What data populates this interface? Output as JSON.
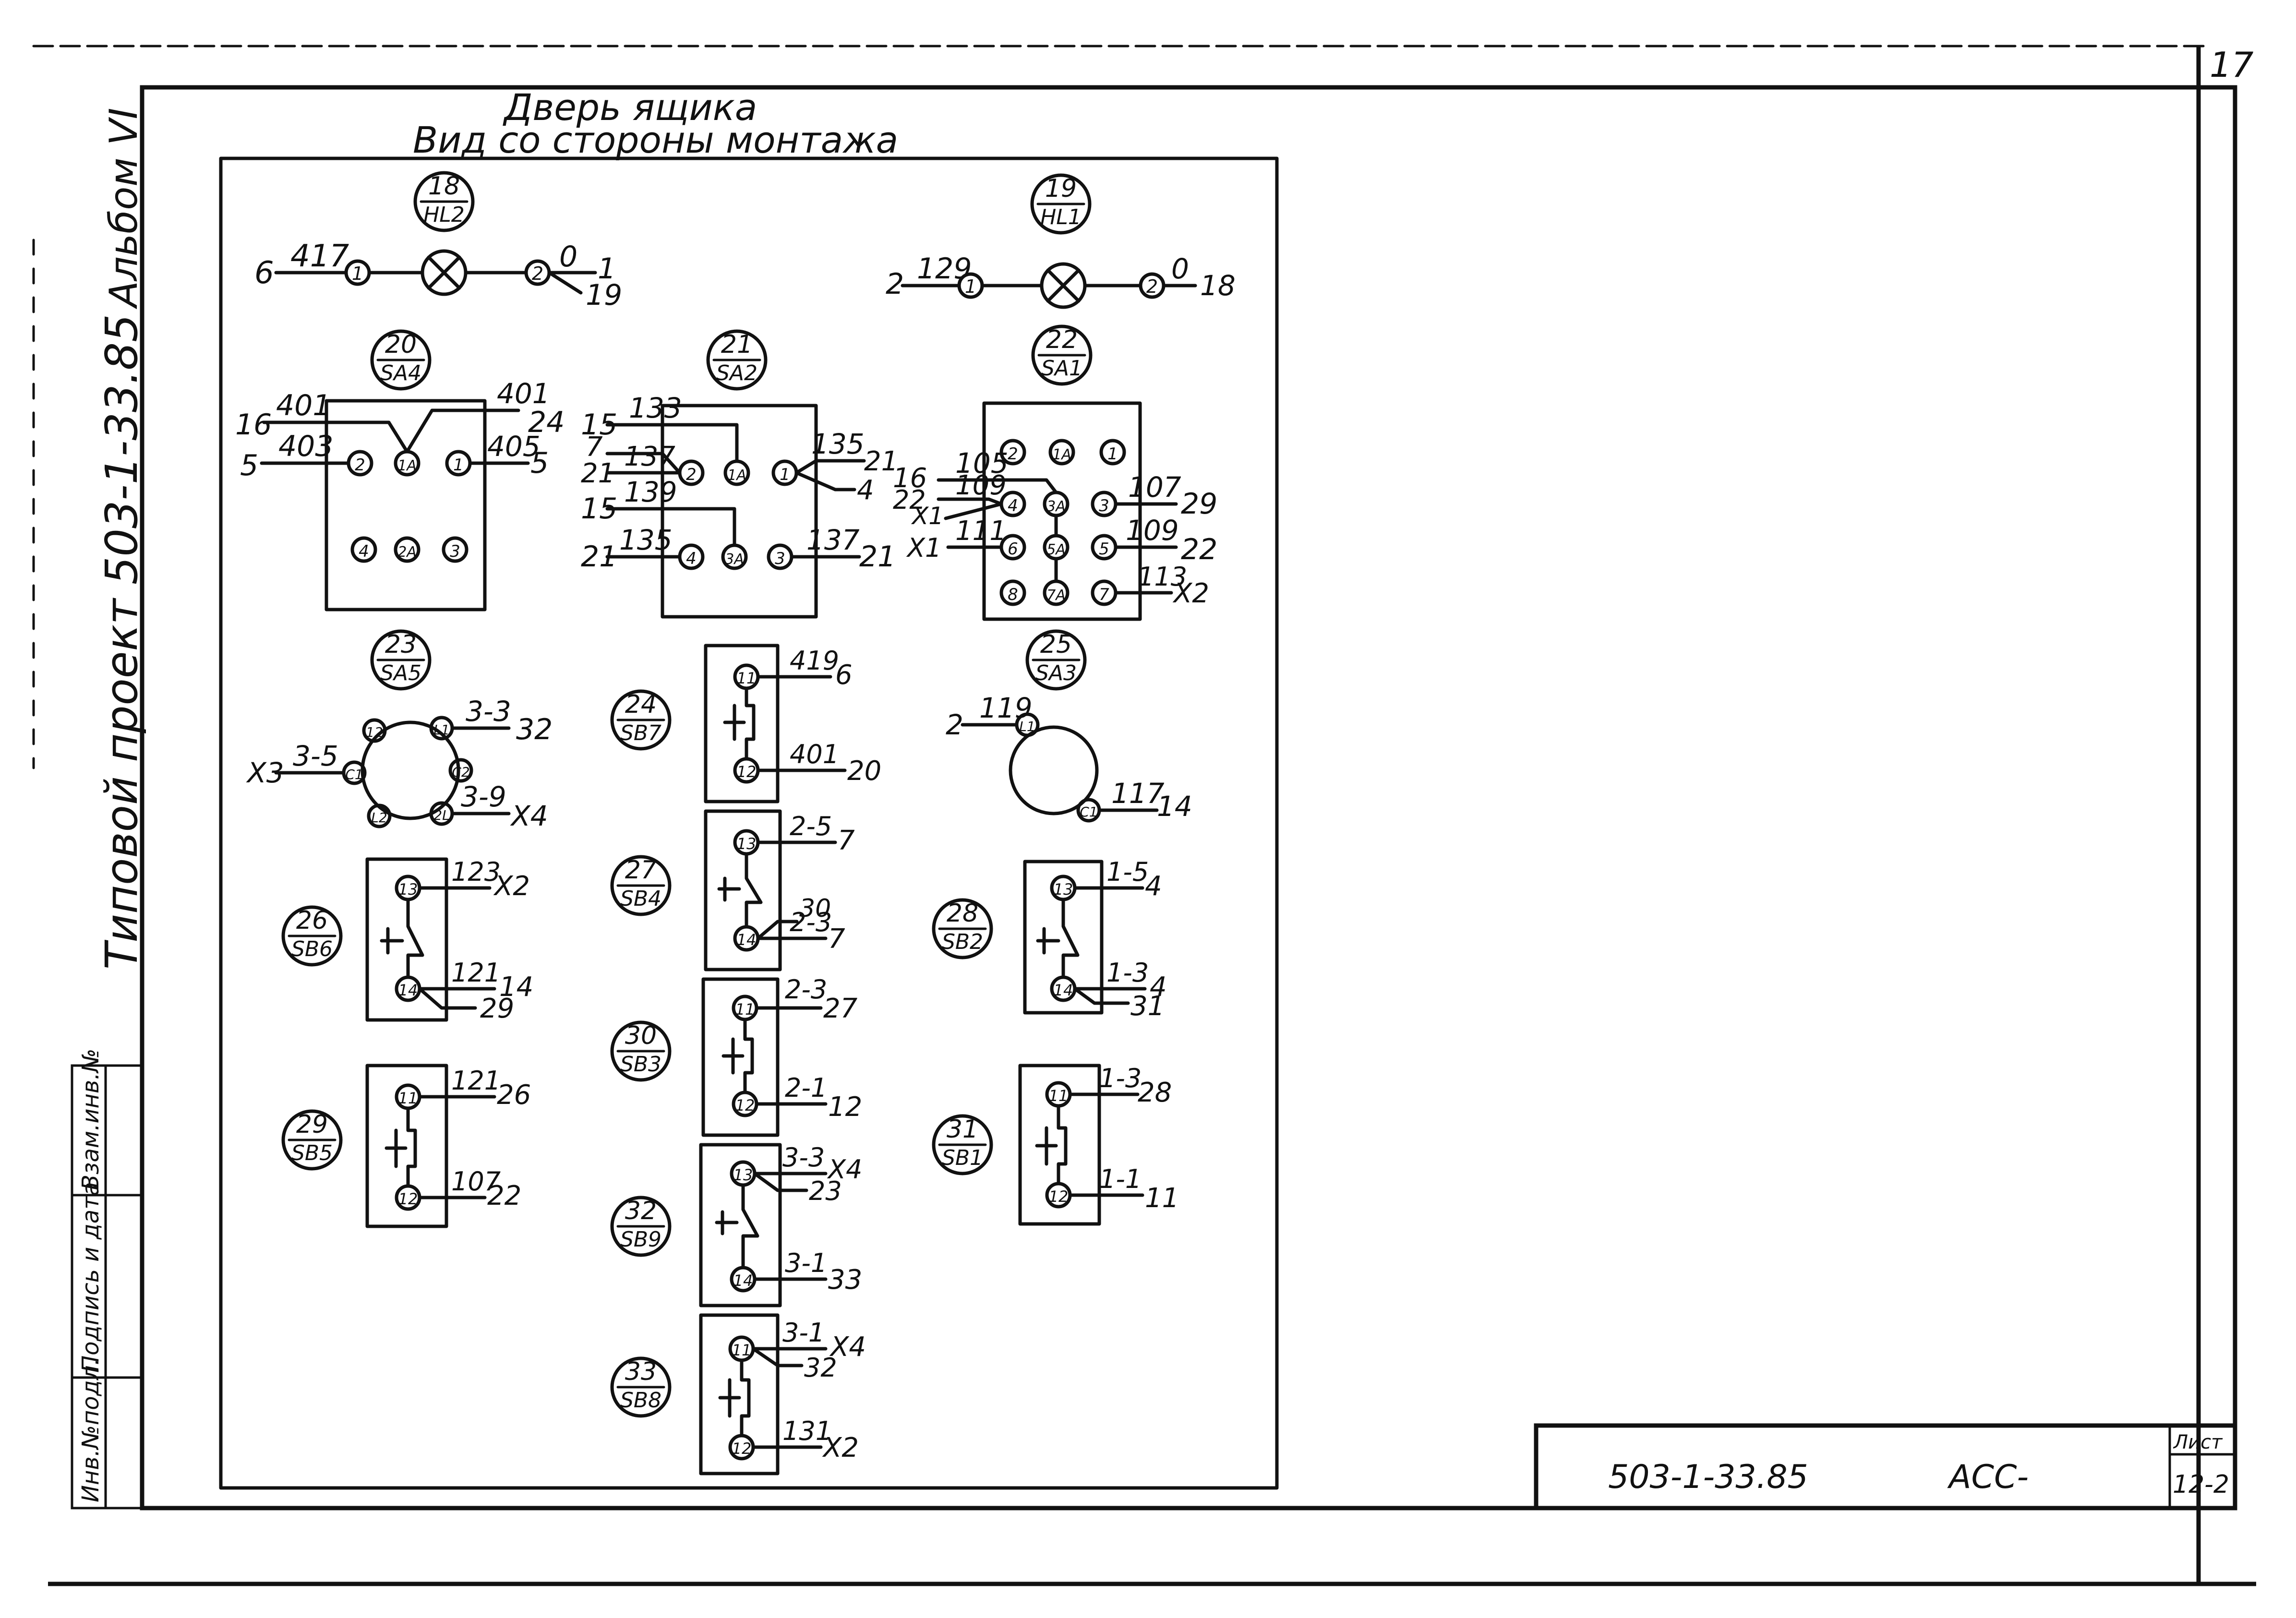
{
  "sheet_number": "17",
  "title_line1": "Дверь ящика",
  "title_line2": "Вид со стороны монтажа",
  "side_label_album": "Альбом VI",
  "side_label_project": "Типовой проект 503-1-33.85",
  "stamp_labels": [
    "Инв.№подл.",
    "Подпись и дата",
    "Взам.инв.№"
  ],
  "title_block": {
    "code": "503-1-33.85",
    "doc": "АСС-",
    "list_label": "Лист",
    "list_number": "12-2"
  },
  "components": {
    "hl2": {
      "num": "18",
      "code": "HL2",
      "left_wire": "417",
      "left_end": "6",
      "t1": "1",
      "t2": "2",
      "r_wire1": "0",
      "r_end1": "1",
      "r_end2": "19"
    },
    "hl1": {
      "num": "19",
      "code": "HL1",
      "left_wire": "129",
      "left_end": "2",
      "t1": "1",
      "t2": "2",
      "r_wire": "0",
      "r_end": "18"
    },
    "sa4": {
      "num": "20",
      "code": "SA4",
      "terms": [
        "2",
        "1A",
        "1",
        "4",
        "2A",
        "3"
      ],
      "w1": "401",
      "e1": "16",
      "w2": "403",
      "e2": "5",
      "w3": "401",
      "e3": "24",
      "w4": "405",
      "e4": "5"
    },
    "sa2": {
      "num": "21",
      "code": "SA2",
      "terms": [
        "2",
        "1A",
        "1",
        "4",
        "3A",
        "3"
      ],
      "w1": "133",
      "e1": "15",
      "e1b": "7",
      "w2": "137",
      "e2": "21",
      "w3": "139",
      "e3": "15",
      "w4": "135",
      "e4": "21",
      "w5": "135",
      "e5": "21",
      "e5b": "4",
      "w6": "137",
      "e6": "21"
    },
    "sa1": {
      "num": "22",
      "code": "SA1",
      "terms": [
        "2",
        "1A",
        "1",
        "4",
        "3A",
        "3",
        "6",
        "5A",
        "5",
        "8",
        "7A",
        "7"
      ],
      "w1": "105",
      "e1": "16",
      "w2": "109",
      "e2": "22",
      "e2b": "X1",
      "w3": "111",
      "e3": "X1",
      "w4": "107",
      "e4": "29",
      "w5": "109",
      "e5": "22",
      "w6": "113",
      "e6": "X2"
    },
    "sa5": {
      "num": "23",
      "code": "SA5",
      "terms": [
        "12",
        "L1",
        "C1",
        "C2",
        "L2",
        "2L"
      ],
      "w1": "3-3",
      "e1": "32",
      "w2": "3-5",
      "e2": "X3",
      "w3": "3-9",
      "e3": "X4"
    },
    "sa3": {
      "num": "25",
      "code": "SA3",
      "t_top": "L1",
      "t_bot": "C1",
      "w1": "119",
      "e1": "2",
      "w2": "117",
      "e2": "14"
    },
    "sb7": {
      "num": "24",
      "code": "SB7",
      "t1": "11",
      "t2": "12",
      "w1": "419",
      "e1": "6",
      "w2": "401",
      "e2": "20"
    },
    "sb4": {
      "num": "27",
      "code": "SB4",
      "t1": "13",
      "t2": "14",
      "w1": "2-5",
      "e1": "7",
      "w2": "2-3",
      "e2": "7",
      "e2b": "30"
    },
    "sb3": {
      "num": "30",
      "code": "SB3",
      "t1": "11",
      "t2": "12",
      "w1": "2-3",
      "e1": "27",
      "w2": "2-1",
      "e2": "12"
    },
    "sb9": {
      "num": "32",
      "code": "SB9",
      "t1": "13",
      "t2": "14",
      "w1": "3-3",
      "e1": "X4",
      "e1b": "23",
      "w2": "3-1",
      "e2": "33"
    },
    "sb8": {
      "num": "33",
      "code": "SB8",
      "t1": "11",
      "t2": "12",
      "w1": "3-1",
      "e1": "X4",
      "e1b": "32",
      "w2": "131",
      "e2": "X2"
    },
    "sb6": {
      "num": "26",
      "code": "SB6",
      "t1": "13",
      "t2": "14",
      "w1": "123",
      "e1": "X2",
      "w2": "121",
      "e2": "14",
      "e2b": "29"
    },
    "sb5": {
      "num": "29",
      "code": "SB5",
      "t1": "11",
      "t2": "12",
      "w1": "121",
      "e1": "26",
      "w2": "107",
      "e2": "22"
    },
    "sb2": {
      "num": "28",
      "code": "SB2",
      "t1": "13",
      "t2": "14",
      "w1": "1-5",
      "e1": "4",
      "w2": "1-3",
      "e2": "4",
      "e2b": "31"
    },
    "sb1": {
      "num": "31",
      "code": "SB1",
      "t1": "11",
      "t2": "12",
      "w1": "1-3",
      "e1": "28",
      "w2": "1-1",
      "e2": "11"
    }
  }
}
